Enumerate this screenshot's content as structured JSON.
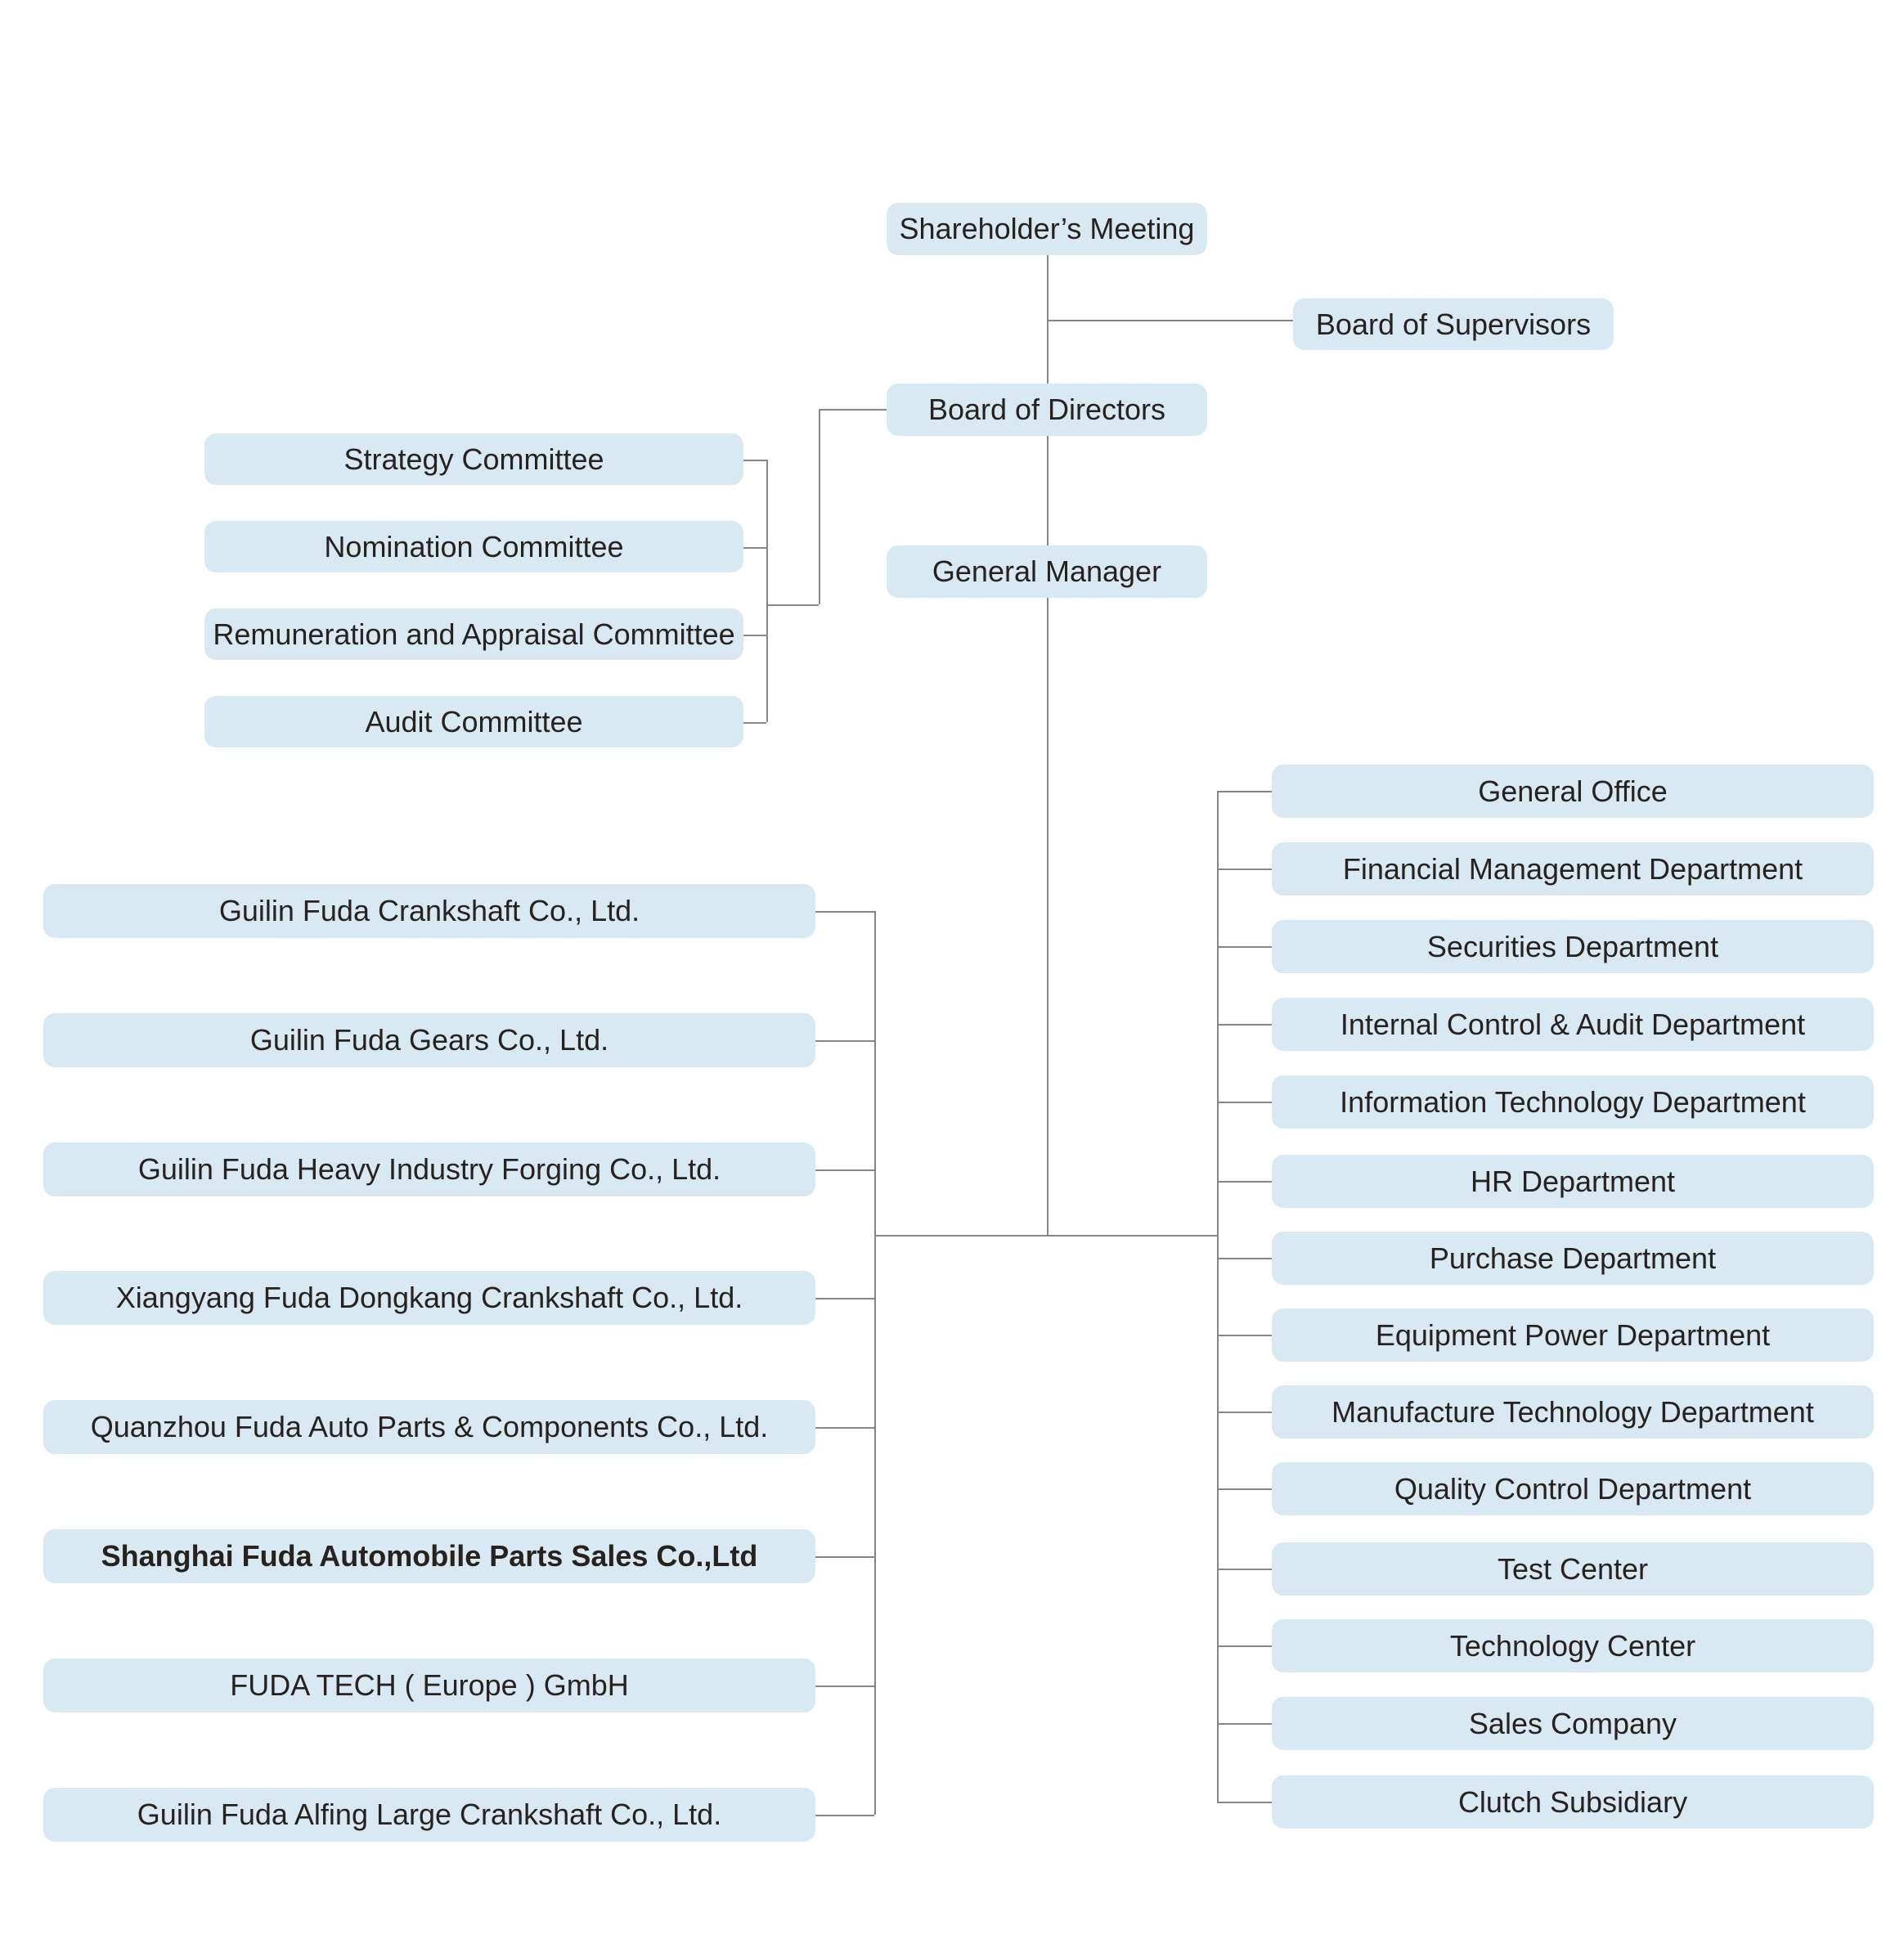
{
  "colors": {
    "box_fill": "#d9e9f4",
    "line": "#868686",
    "text": "#28221f"
  },
  "nodes": {
    "shareholders_meeting": "Shareholder’s Meeting",
    "board_of_supervisors": "Board of Supervisors",
    "board_of_directors": "Board of Directors",
    "general_manager": "General Manager"
  },
  "committees": [
    "Strategy Committee",
    "Nomination Committee",
    "Remuneration and Appraisal Committee",
    "Audit Committee"
  ],
  "subsidiaries": [
    {
      "label": "Guilin Fuda Crankshaft Co., Ltd.",
      "bold": false
    },
    {
      "label": "Guilin Fuda Gears Co., Ltd.",
      "bold": false
    },
    {
      "label": "Guilin Fuda Heavy Industry Forging Co., Ltd.",
      "bold": false
    },
    {
      "label": "Xiangyang Fuda Dongkang Crankshaft Co., Ltd.",
      "bold": false
    },
    {
      "label": "Quanzhou Fuda Auto Parts & Components Co., Ltd.",
      "bold": false
    },
    {
      "label": "Shanghai Fuda Automobile Parts Sales Co.,Ltd",
      "bold": true
    },
    {
      "label": "FUDA TECH  ( Europe ) GmbH",
      "bold": false
    },
    {
      "label": "Guilin Fuda Alfing Large Crankshaft Co., Ltd.",
      "bold": false
    }
  ],
  "departments": [
    "General Office",
    "Financial Management Department",
    "Securities Department",
    "Internal Control & Audit Department",
    "Information Technology Department",
    "HR Department",
    "Purchase Department",
    "Equipment Power Department",
    "Manufacture Technology Department",
    "Quality Control Department",
    "Test Center",
    "Technology Center",
    "Sales Company",
    "Clutch Subsidiary"
  ]
}
